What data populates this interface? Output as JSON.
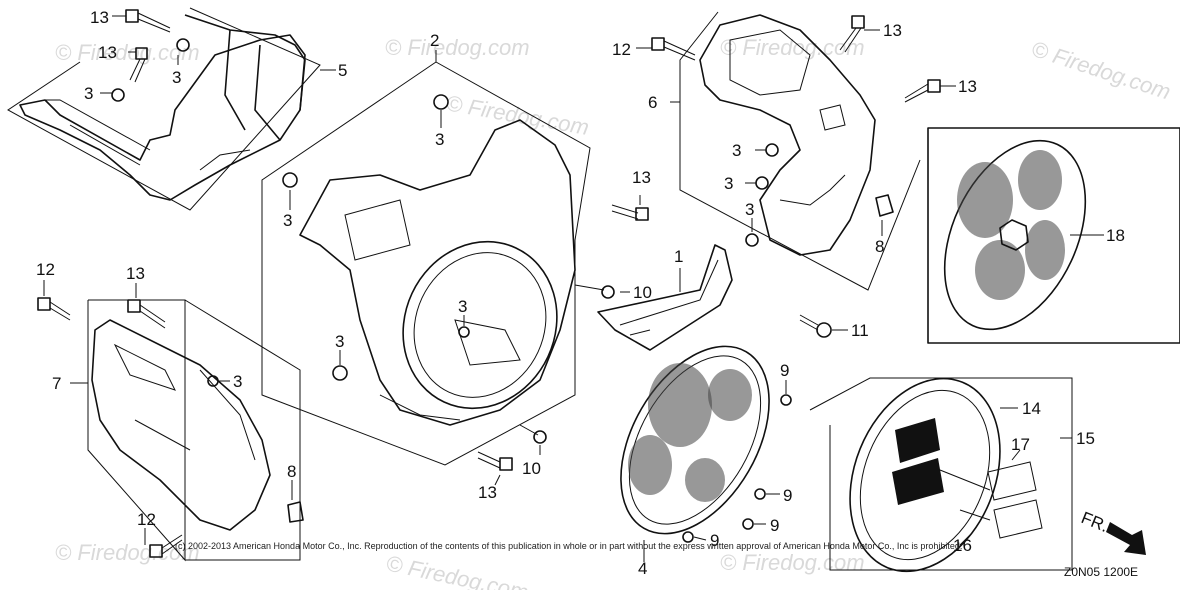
{
  "watermarks": [
    "© Firedog.com",
    "© Firedog.com",
    "© Firedog.com",
    "© Firedog.com",
    "© Firedog.com",
    "© Firedog.com",
    "© Firedog.com",
    "© Firedog.com"
  ],
  "callouts": [
    "13",
    "13",
    "5",
    "3",
    "3",
    "2",
    "3",
    "3",
    "13",
    "10",
    "1",
    "3",
    "3",
    "10",
    "13",
    "12",
    "13",
    "6",
    "13",
    "3",
    "3",
    "3",
    "8",
    "11",
    "18",
    "12",
    "13",
    "7",
    "3",
    "8",
    "12",
    "9",
    "9",
    "9",
    "9",
    "14",
    "15",
    "17",
    "16",
    "4"
  ],
  "copyright": "(c) 2002-2013 American Honda Motor Co., Inc. Reproduction of the contents of this publication in whole or in part without the express written approval of American Honda Motor Co., Inc is prohibited.",
  "direction_label": "FR.",
  "diagram_code": "Z0N05 1200E",
  "colors": {
    "ink": "#111111",
    "watermark": "#d9d9d9",
    "background": "#ffffff"
  }
}
